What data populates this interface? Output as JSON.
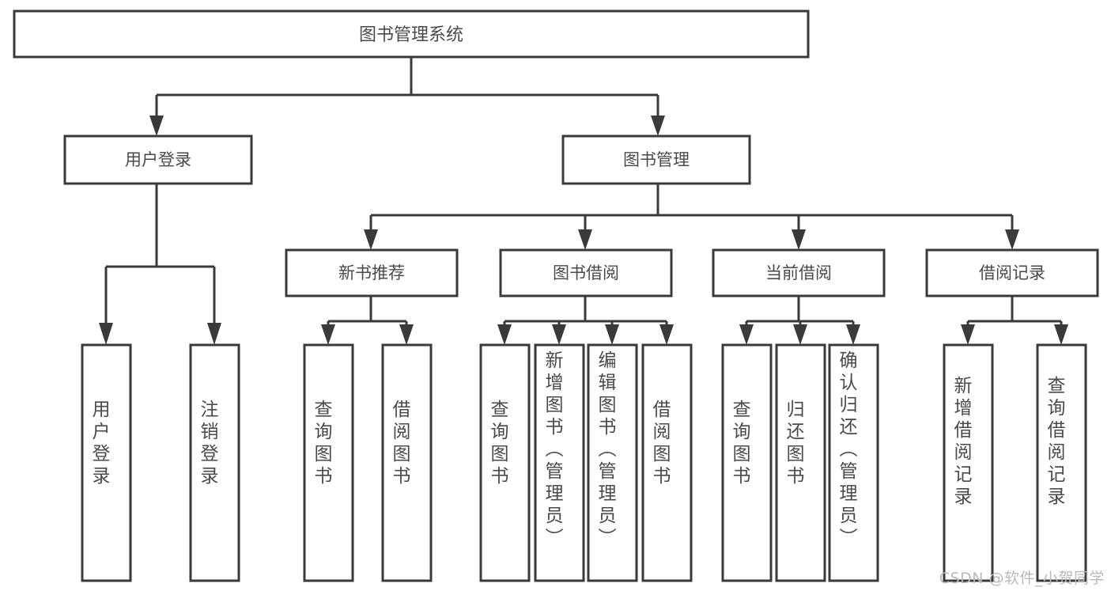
{
  "diagram": {
    "type": "tree",
    "title": "图书管理系统",
    "root": {
      "id": "root",
      "label": "图书管理系统"
    },
    "level1": [
      {
        "id": "user-login",
        "label": "用户登录"
      },
      {
        "id": "book-manage",
        "label": "图书管理"
      }
    ],
    "level2": [
      {
        "id": "new-book-rec",
        "label": "新书推荐",
        "parent": "book-manage"
      },
      {
        "id": "book-borrow",
        "label": "图书借阅",
        "parent": "book-manage"
      },
      {
        "id": "current-borrow",
        "label": "当前借阅",
        "parent": "book-manage"
      },
      {
        "id": "borrow-record",
        "label": "借阅记录",
        "parent": "book-manage"
      }
    ],
    "leaves": [
      {
        "id": "leaf-user-login",
        "label": "用户登录",
        "parent": "user-login"
      },
      {
        "id": "leaf-logout",
        "label": "注销登录",
        "parent": "user-login"
      },
      {
        "id": "leaf-query-book-1",
        "label": "查询图书",
        "parent": "new-book-rec"
      },
      {
        "id": "leaf-borrow-book-1",
        "label": "借阅图书",
        "parent": "new-book-rec"
      },
      {
        "id": "leaf-query-book-2",
        "label": "查询图书",
        "parent": "book-borrow"
      },
      {
        "id": "leaf-add-book",
        "label": "新增图书（管理员）",
        "parent": "book-borrow"
      },
      {
        "id": "leaf-edit-book",
        "label": "编辑图书（管理员）",
        "parent": "book-borrow"
      },
      {
        "id": "leaf-borrow-book-2",
        "label": "借阅图书",
        "parent": "book-borrow"
      },
      {
        "id": "leaf-query-book-3",
        "label": "查询图书",
        "parent": "current-borrow"
      },
      {
        "id": "leaf-return-book",
        "label": "归还图书",
        "parent": "current-borrow"
      },
      {
        "id": "leaf-confirm-return",
        "label": "确认归还（管理员）",
        "parent": "current-borrow"
      },
      {
        "id": "leaf-add-record",
        "label": "新增借阅记录",
        "parent": "borrow-record"
      },
      {
        "id": "leaf-query-record",
        "label": "查询借阅记录",
        "parent": "borrow-record"
      }
    ]
  },
  "watermark": {
    "text": "CSDN @软件_小贺同学"
  },
  "colors": {
    "stroke": "#3a3a3a",
    "text": "#4a4a4a",
    "background": "#ffffff",
    "watermark": "#b9b9b9"
  }
}
